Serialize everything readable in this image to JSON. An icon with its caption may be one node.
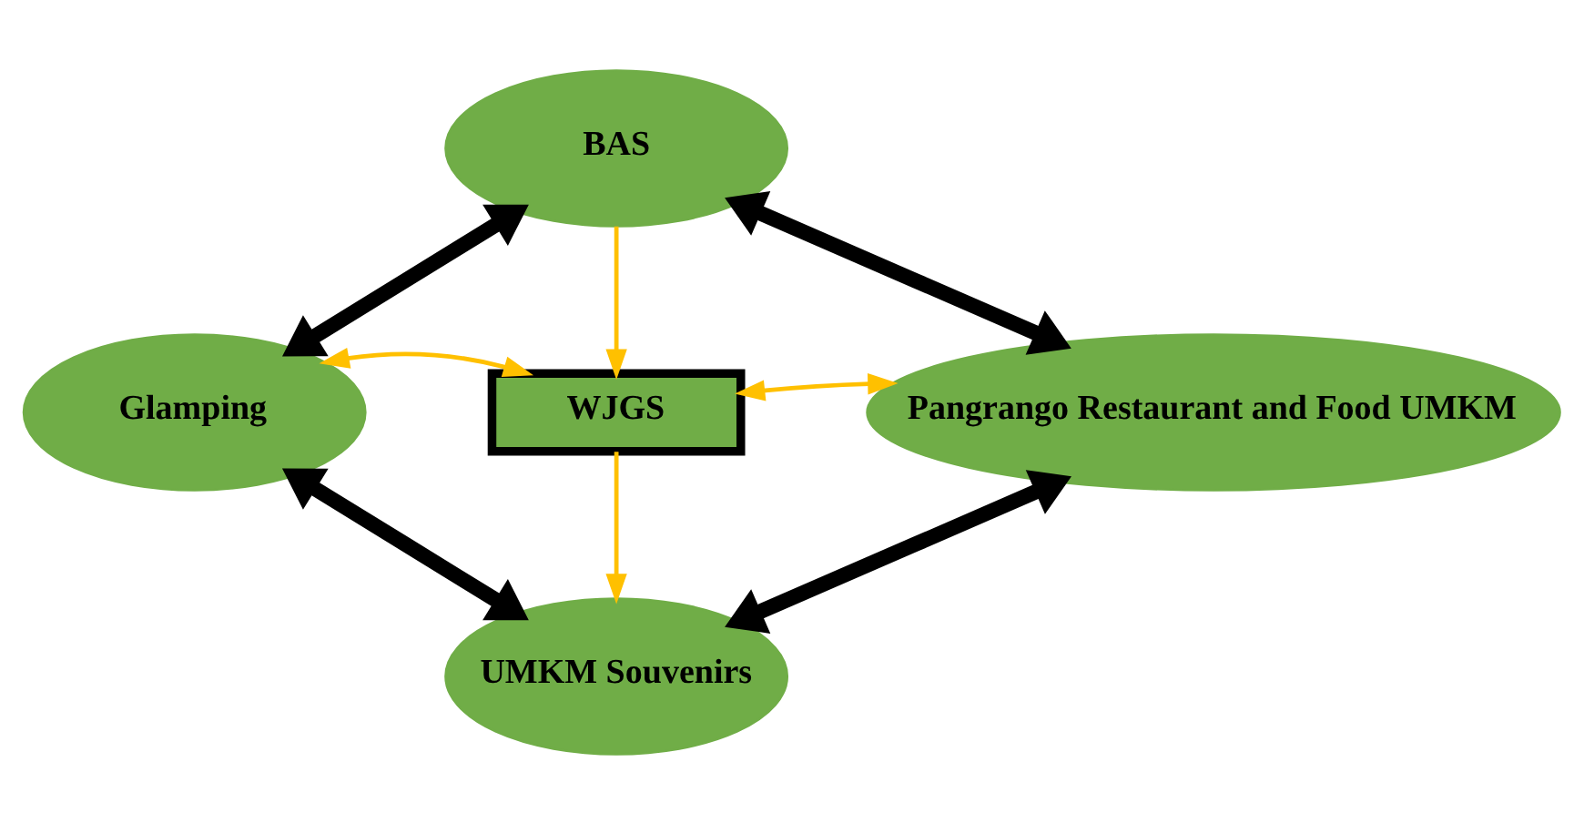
{
  "diagram": {
    "nodes": [
      {
        "text": [
          "BAS"
        ]
      },
      {
        "text": [
          "Glamping"
        ]
      },
      {
        "text": [
          "WJGS"
        ]
      },
      {
        "text": [
          "Pangrango Restaurant and Food UMKM"
        ]
      },
      {
        "text": [
          "UMKM Souvenirs"
        ]
      }
    ],
    "edges": [
      {
        "from": 0,
        "to": 2,
        "arrow": "to",
        "color": "#ffc000"
      },
      {
        "from": 2,
        "to": 1,
        "arrow": "both",
        "color": "#ffc000"
      },
      {
        "from": 2,
        "to": 3,
        "arrow": "both",
        "color": "#ffc000"
      },
      {
        "from": 2,
        "to": 4,
        "arrow": "to",
        "color": "#ffc000"
      },
      {
        "from": 0,
        "to": 1,
        "arrow": "both",
        "style": "thick",
        "color": "#000000"
      },
      {
        "from": 0,
        "to": 3,
        "arrow": "both",
        "style": "thick",
        "color": "#000000"
      },
      {
        "from": 1,
        "to": 4,
        "arrow": "both",
        "style": "thick",
        "color": "#000000"
      },
      {
        "from": 3,
        "to": 4,
        "arrow": "both",
        "style": "thick",
        "color": "#000000"
      }
    ]
  }
}
